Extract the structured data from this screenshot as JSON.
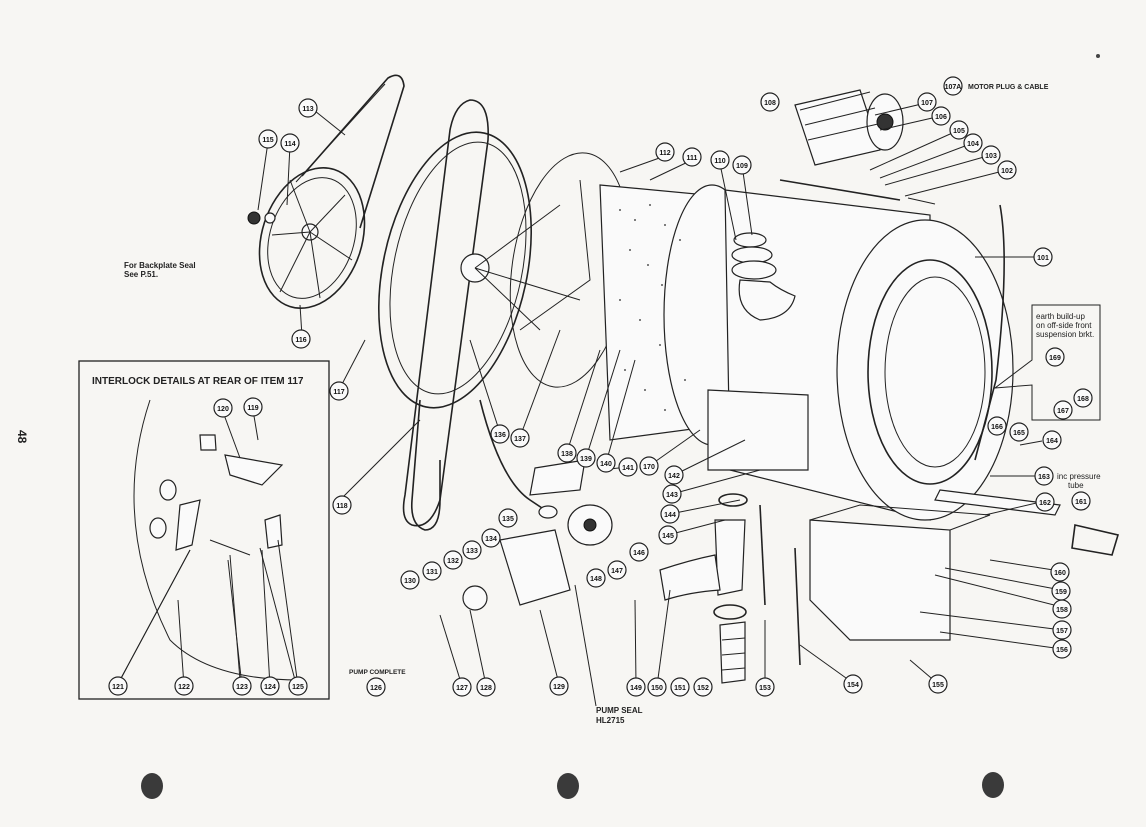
{
  "page_number": "48",
  "notes": {
    "backplate_line1": "For Backplate Seal",
    "backplate_line2": "See P.51.",
    "motor": "MOTOR PLUG & CABLE",
    "earth_line1": "earth build-up",
    "earth_line2": "on off-side front",
    "earth_line3": "suspension brkt.",
    "pressure_line1": "inc pressure",
    "pressure_line2": "tube",
    "pump_complete": "PUMP COMPLETE",
    "pump_seal_line1": "PUMP SEAL",
    "pump_seal_line2": "HL2715"
  },
  "interlock_title": "INTERLOCK DETAILS AT REAR OF ITEM 117",
  "callouts": [
    {
      "id": "c101",
      "label": "101"
    },
    {
      "id": "c102",
      "label": "102"
    },
    {
      "id": "c103",
      "label": "103"
    },
    {
      "id": "c104",
      "label": "104"
    },
    {
      "id": "c105",
      "label": "105"
    },
    {
      "id": "c106",
      "label": "106"
    },
    {
      "id": "c107",
      "label": "107"
    },
    {
      "id": "c107a",
      "label": "107A"
    },
    {
      "id": "c108",
      "label": "108"
    },
    {
      "id": "c109",
      "label": "109"
    },
    {
      "id": "c110",
      "label": "110"
    },
    {
      "id": "c111",
      "label": "111"
    },
    {
      "id": "c112",
      "label": "112"
    },
    {
      "id": "c113",
      "label": "113"
    },
    {
      "id": "c114",
      "label": "114"
    },
    {
      "id": "c115",
      "label": "115"
    },
    {
      "id": "c116",
      "label": "116"
    },
    {
      "id": "c117",
      "label": "117"
    },
    {
      "id": "c118",
      "label": "118"
    },
    {
      "id": "c119",
      "label": "119"
    },
    {
      "id": "c120",
      "label": "120"
    },
    {
      "id": "c121",
      "label": "121"
    },
    {
      "id": "c122",
      "label": "122"
    },
    {
      "id": "c123",
      "label": "123"
    },
    {
      "id": "c124",
      "label": "124"
    },
    {
      "id": "c125",
      "label": "125"
    },
    {
      "id": "c126",
      "label": "126"
    },
    {
      "id": "c127",
      "label": "127"
    },
    {
      "id": "c128",
      "label": "128"
    },
    {
      "id": "c129",
      "label": "129"
    },
    {
      "id": "c130",
      "label": "130"
    },
    {
      "id": "c131",
      "label": "131"
    },
    {
      "id": "c132",
      "label": "132"
    },
    {
      "id": "c133",
      "label": "133"
    },
    {
      "id": "c134",
      "label": "134"
    },
    {
      "id": "c135",
      "label": "135"
    },
    {
      "id": "c136",
      "label": "136"
    },
    {
      "id": "c137",
      "label": "137"
    },
    {
      "id": "c138",
      "label": "138"
    },
    {
      "id": "c139",
      "label": "139"
    },
    {
      "id": "c140",
      "label": "140"
    },
    {
      "id": "c141",
      "label": "141"
    },
    {
      "id": "c142",
      "label": "142"
    },
    {
      "id": "c143",
      "label": "143"
    },
    {
      "id": "c144",
      "label": "144"
    },
    {
      "id": "c145",
      "label": "145"
    },
    {
      "id": "c146",
      "label": "146"
    },
    {
      "id": "c147",
      "label": "147"
    },
    {
      "id": "c148",
      "label": "148"
    },
    {
      "id": "c149",
      "label": "149"
    },
    {
      "id": "c150",
      "label": "150"
    },
    {
      "id": "c151",
      "label": "151"
    },
    {
      "id": "c152",
      "label": "152"
    },
    {
      "id": "c153",
      "label": "153"
    },
    {
      "id": "c154",
      "label": "154"
    },
    {
      "id": "c155",
      "label": "155"
    },
    {
      "id": "c156",
      "label": "156"
    },
    {
      "id": "c157",
      "label": "157"
    },
    {
      "id": "c158",
      "label": "158"
    },
    {
      "id": "c159",
      "label": "159"
    },
    {
      "id": "c160",
      "label": "160"
    },
    {
      "id": "c161",
      "label": "161"
    },
    {
      "id": "c162",
      "label": "162"
    },
    {
      "id": "c163",
      "label": "163"
    },
    {
      "id": "c164",
      "label": "164"
    },
    {
      "id": "c165",
      "label": "165"
    },
    {
      "id": "c166",
      "label": "166"
    },
    {
      "id": "c167",
      "label": "167"
    },
    {
      "id": "c168",
      "label": "168"
    },
    {
      "id": "c169",
      "label": "169"
    },
    {
      "id": "c170",
      "label": "170"
    }
  ]
}
